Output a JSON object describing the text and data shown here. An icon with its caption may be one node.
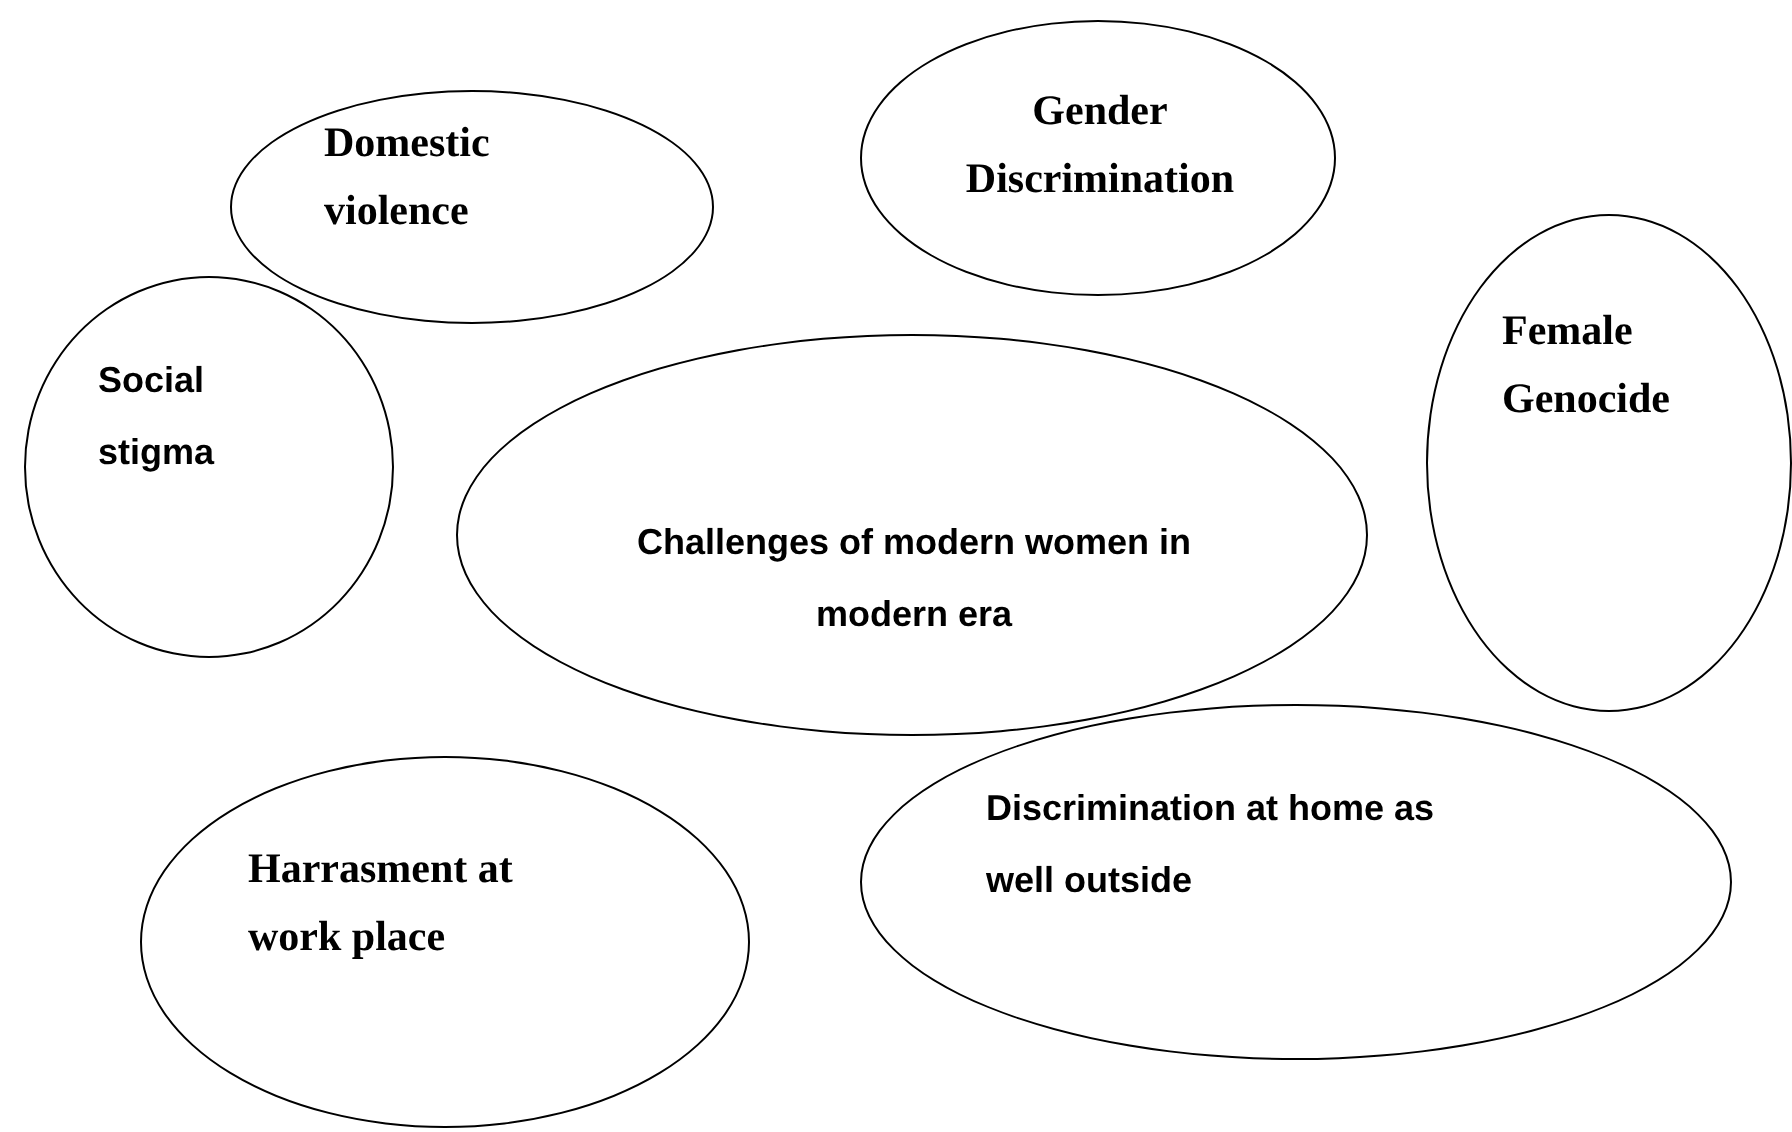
{
  "diagram": {
    "nodes": [
      {
        "text": [
          "Domestic violence"
        ]
      },
      {
        "text": [
          "Gender Discrimination"
        ]
      },
      {
        "text": [
          "Female Genocide"
        ]
      },
      {
        "text": [
          "Social stigma"
        ]
      },
      {
        "text": [
          "Challenges of modern women in modern era"
        ]
      },
      {
        "text": [
          "Harrasment at work place"
        ]
      },
      {
        "text": [
          "Discrimination at home as well outside"
        ]
      }
    ]
  }
}
